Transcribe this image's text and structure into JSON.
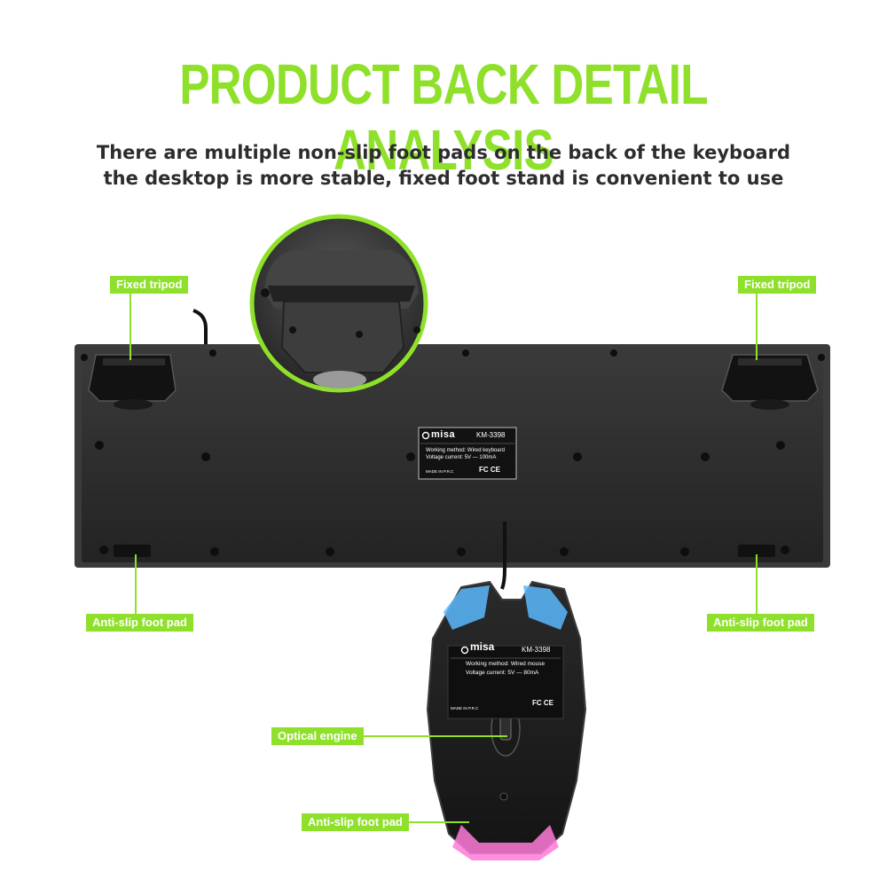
{
  "title": "PRODUCT BACK DETAIL ANALYSIS",
  "subtitle_line1": "There are multiple non-slip foot pads on the back of the keyboard",
  "subtitle_line2": "the desktop is more stable, fixed foot stand is convenient to use",
  "callouts": {
    "tripod_left": "Fixed tripod",
    "tripod_right": "Fixed tripod",
    "pad_left": "Anti-slip foot pad",
    "pad_right": "Anti-slip foot pad",
    "optical": "Optical engine",
    "mouse_pad": "Anti-slip foot pad"
  },
  "keyboard_label": {
    "brand": "misa",
    "model": "KM-3398",
    "method": "Working method: Wired keyboard",
    "voltage": "Voltage  current: 5V — 100mA",
    "origin": "MADE IN P.R.C",
    "certs": "FC CE"
  },
  "mouse_label": {
    "brand": "misa",
    "model": "KM-3398",
    "method": "Working method:  Wired mouse",
    "voltage": "Voltage  current:   5V — 80mA",
    "origin": "MADE IN P.R.C",
    "certs": "FC CE"
  },
  "colors": {
    "accent": "#8fe02a",
    "device": "#2b2b2b",
    "glow_blue": "#5ab8ff",
    "glow_pink": "#ff7ad9"
  }
}
